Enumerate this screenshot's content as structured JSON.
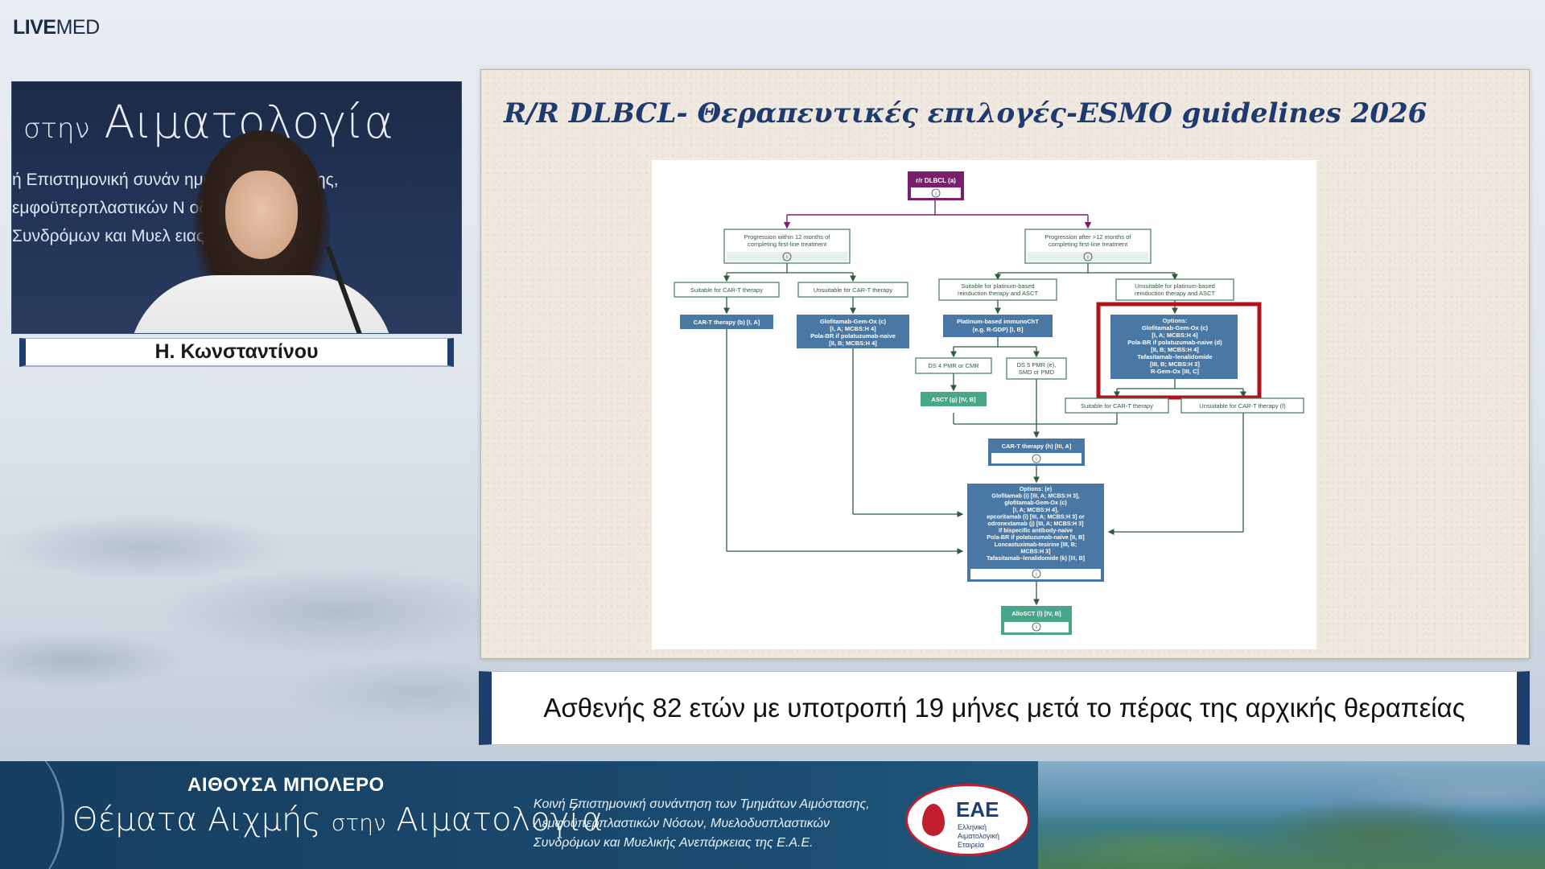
{
  "logo": {
    "part1": "LIVE",
    "part2": "MED"
  },
  "video": {
    "bg_title_small": "στην",
    "bg_title_main": "Αιματολογία",
    "bg_line1": "ή Επιστημονική συνάν        ημάτων Αιμόστασης,",
    "bg_line2": "εμφοϋπερπλαστικών Ν        οδυσπλαστικών",
    "bg_line3": "Συνδρόμων και Μυελ        ειας της Ε.Α.Ε.",
    "speaker_name": "Η. Κωνσταντίνου"
  },
  "slide": {
    "title": "R/R DLBCL- Θεραπευτικές επιλογές-ESMO guidelines 2026",
    "caption": "Ασθενής 82 ετών με υποτροπή 19 μήνες μετά το πέρας της αρχικής θεραπείας"
  },
  "flowchart": {
    "root": "r/r DLBCL (a)",
    "info_symbol": "i",
    "prog_within_1": "Progression within 12 months of",
    "prog_within_2": "completing first-line treatment",
    "prog_after_1": "Progression after >12 months of",
    "prog_after_2": "completing first-line treatment",
    "suitable_cart": "Suitable for CAR-T therapy",
    "unsuitable_cart": "Unsuitable for CAR-T therapy",
    "suitable_plat_1": "Suitable for platinum-based",
    "suitable_plat_2": "reinduction therapy and ASCT",
    "unsuitable_plat_1": "Unsuitable for platinum-based",
    "unsuitable_plat_2": "reinduction therapy and ASCT",
    "cart_therapy_left": "CAR-T therapy (b) [I, A]",
    "glofit_left_1": "Glofitamab-Gem-Ox (c)",
    "glofit_left_2": "[I, A; MCBS:H 4]",
    "glofit_left_3": "Pola-BR if polatuzumab-naive",
    "glofit_left_4": "[II, B; MCBS:H 4]",
    "platinum_1": "Platinum-based immunoChT",
    "platinum_2": "(e.g. R-GDP) [I, B]",
    "options_right_1": "Options:",
    "options_right_2": "Glofitamab-Gem-Ox (c)",
    "options_right_3": "[I, A; MCBS:H 4]",
    "options_right_4": "Pola-BR if polatuzumab-naive (d)",
    "options_right_5": "[II, B; MCBS:H 4]",
    "options_right_6": "Tafasitamab–lenalidomide",
    "options_right_7": "[III, B; MCBS:H 3]",
    "options_right_8": "R-Gem-Ox [III, C]",
    "ds4": "DS 4 PMR or CMR",
    "ds5_1": "DS 5 PMR (e),",
    "ds5_2": "SMD or PMD",
    "asct": "ASCT (g) [IV, B]",
    "suitable_cart_f": "Suitable for CAR-T therapy",
    "unsuitable_cart_f": "Unsuitable for CAR-T therapy (f)",
    "cart_therapy_h": "CAR-T therapy (h) [III, A]",
    "options_big": [
      "Options: (e)",
      "Glofitamab (i) [III, A; MCBS:H 3],",
      "glofitamab-Gem-Ox (c)",
      "[I, A; MCBS:H 4],",
      "epcoritamab (i) [III, A; MCBS:H 3] or",
      "odronextamab (j) [III, A; MCBS:H 3]",
      "if bispecific antibody-naive",
      "Pola-BR if polatuzumab-naive [II, B]",
      "Loncastuximab-tesirine [III, B;",
      "MCBS:H 3]",
      "Tafasitamab–lenalidomide (k) [III, B]"
    ],
    "allosct": "AlloSCT (l) [IV, B]",
    "colors": {
      "root": "#7a1f6e",
      "dark_box": "#4a78a4",
      "outline": "#3e7a5a",
      "green": "#4aa68a",
      "highlight": "#b3121d"
    }
  },
  "banner": {
    "hall": "ΑΙΘΟΥΣΑ ΜΠΟΛΕΡΟ",
    "conf_title_a": "Θέματα Αιχμής",
    "conf_title_b": "στην",
    "conf_title_c": "Αιματολογία",
    "desc_line1": "Κοινή Επιστημονική συνάντηση των Τμημάτων Αιμόστασης,",
    "desc_line2": "Λεμφοϋπερπλαστικών Νόσων, Μυελοδυσπλαστικών",
    "desc_line3": "Συνδρόμων και Μυελικής Ανεπάρκειας της Ε.Α.Ε.",
    "eae_abbr": "ΕΑΕ",
    "eae_full": "Ελληνική\nΑιματολογική\nΕταιρεία"
  }
}
